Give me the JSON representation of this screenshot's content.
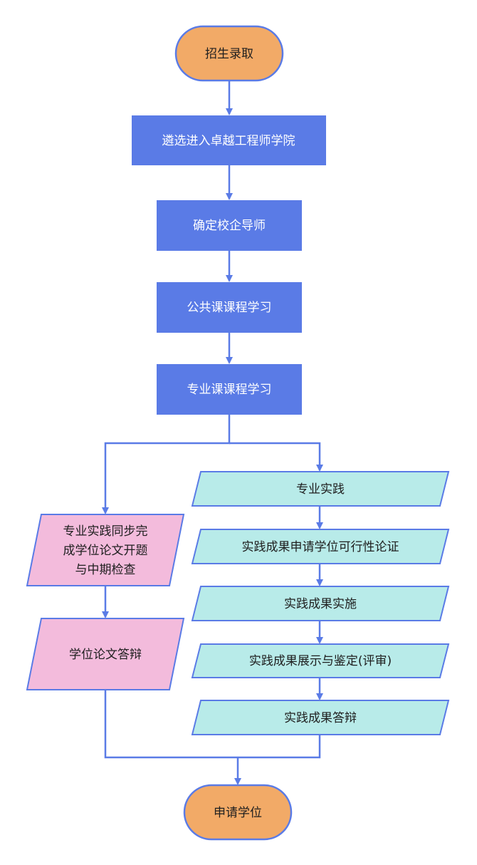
{
  "colors": {
    "terminal_fill": "#f2aa67",
    "process_fill": "#5a7be6",
    "teal_fill": "#b8ebe9",
    "pink_fill": "#f3bbdc",
    "stroke": "#5a7be6"
  },
  "nodes": {
    "start": "招生录取",
    "select": "遴选进入卓越工程师学院",
    "mentor": "确定校企导师",
    "public_course": "公共课课程学习",
    "major_course": "专业课课程学习",
    "left": {
      "proposal": [
        "专业实践同步完",
        "成学位论文开题",
        "与中期检查"
      ],
      "defense": "学位论文答辩"
    },
    "right": {
      "practice": "专业实践",
      "feasibility": "实践成果申请学位可行性论证",
      "implement": "实践成果实施",
      "review": "实践成果展示与鉴定(评审)",
      "defense": "实践成果答辩"
    },
    "end": "申请学位"
  }
}
